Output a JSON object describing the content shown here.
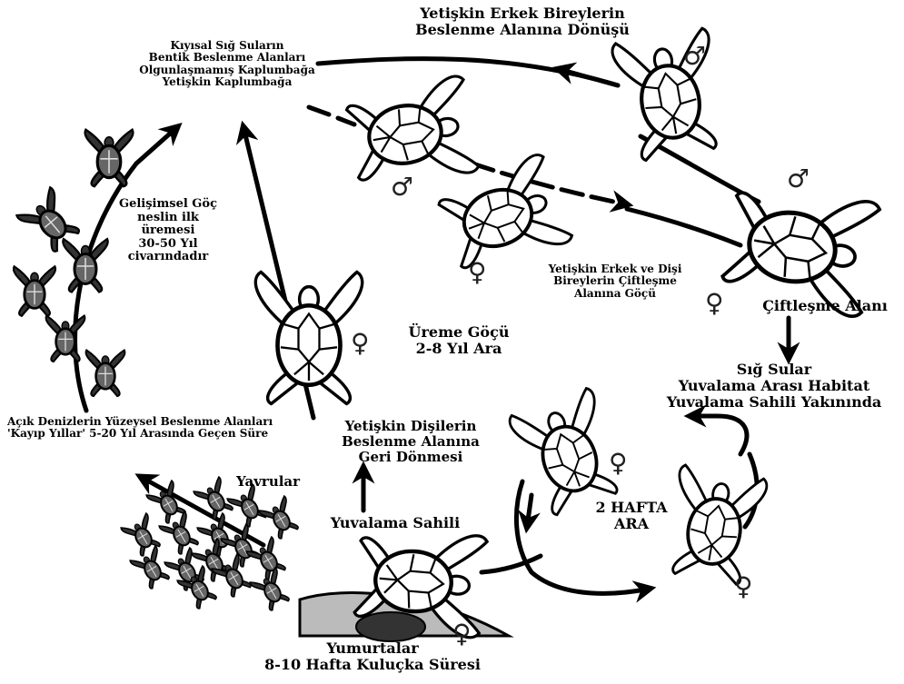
{
  "labels": {
    "male_return": "Yetişkin Erkek Bireylerin\nBeslenme Alanına Dönüşü",
    "foraging": "Kıyısal Sığ Suların\nBentik Beslenme Alanları\nOlgunlaşmamış Kaplumbağa\nYetişkin Kaplumbağa",
    "developmental": "Gelişimsel Göç\nneslin ilk üremesi\n30-50 Yıl\ncivarındadır",
    "breeding_migration": "Yetişkin Erkek ve Dişi\nBireylerin Çiftleşme\nAlanına Göçü",
    "mating_area": "Çiftleşme Alanı",
    "reproductive_migration": "Üreme Göçü\n2-8 Yıl Ara",
    "shallow_waters": "Sığ Sular\nYuvalama Arası Habitat\nYuvalama Sahili Yakınında",
    "open_ocean": "Açık Denizlerin Yüzeysel Beslenme Alanları\n'Kayıp Yıllar' 5-20 Yıl Arasında Geçen Süre",
    "female_return": "Yetişkin Dişilerin\nBeslenme Alanına\nGeri Dönmesi",
    "hatchlings": "Yavrular",
    "nesting_beach": "Yuvalama Sahili",
    "two_week": "2 HAFTA\nARA",
    "eggs": "Yumurtalar\n8-10 Hafta Kuluçka Süresi"
  },
  "symbols": {
    "male": "♂",
    "female": "♀"
  },
  "icons": [
    "turtle-icon",
    "male-symbol-icon",
    "female-symbol-icon",
    "arrow-icon"
  ]
}
